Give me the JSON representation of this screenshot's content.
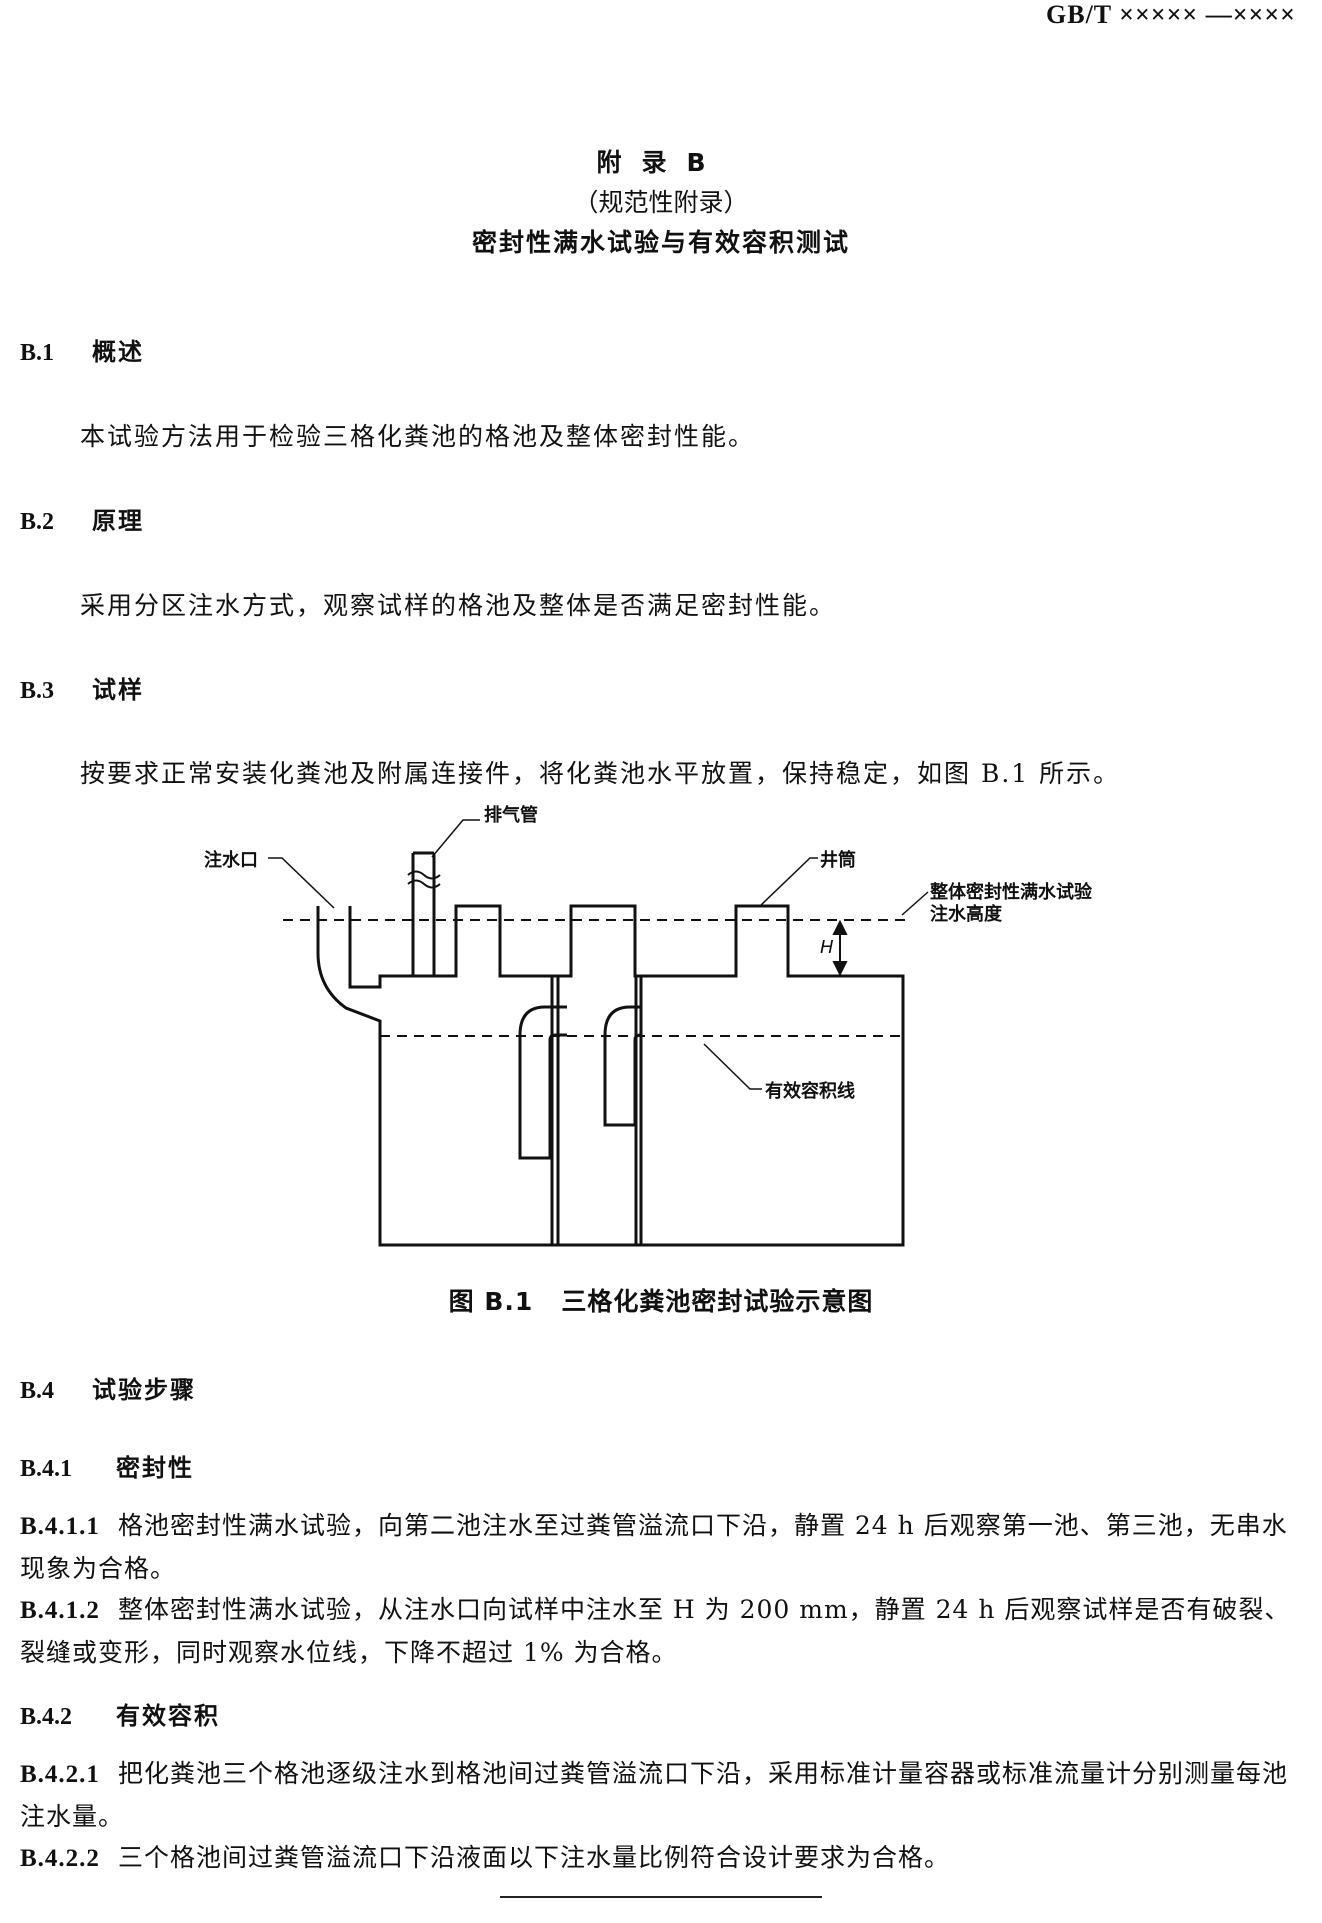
{
  "header": {
    "standard_no": "GB/T ××××× —××××"
  },
  "appendix": {
    "title": "附录B",
    "subtitle": "（规范性附录）",
    "heading": "密封性满水试验与有效容积测试"
  },
  "sections": {
    "b1": {
      "num": "B.1",
      "title": "概述",
      "body": "本试验方法用于检验三格化粪池的格池及整体密封性能。"
    },
    "b2": {
      "num": "B.2",
      "title": "原理",
      "body": "采用分区注水方式，观察试样的格池及整体是否满足密封性能。"
    },
    "b3": {
      "num": "B.3",
      "title": "试样",
      "body": "按要求正常安装化粪池及附属连接件，将化粪池水平放置，保持稳定，如图 B.1 所示。"
    },
    "b4": {
      "num": "B.4",
      "title": "试验步骤"
    },
    "b41": {
      "num": "B.4.1",
      "title": "密封性"
    },
    "b4111": {
      "num": "B.4.1.1",
      "body": "格池密封性满水试验，向第二池注水至过粪管溢流口下沿，静置 24 h 后观察第一池、第三池，无串水现象为合格。"
    },
    "b4112": {
      "num": "B.4.1.2",
      "body": "整体密封性满水试验，从注水口向试样中注水至 H 为 200 mm，静置 24 h 后观察试样是否有破裂、裂缝或变形，同时观察水位线，下降不超过 1% 为合格。"
    },
    "b42": {
      "num": "B.4.2",
      "title": "有效容积"
    },
    "b4221": {
      "num": "B.4.2.1",
      "body": "把化粪池三个格池逐级注水到格池间过粪管溢流口下沿，采用标准计量容器或标准流量计分别测量每池注水量。"
    },
    "b4222": {
      "num": "B.4.2.2",
      "body": "三个格池间过粪管溢流口下沿液面以下注水量比例符合设计要求为合格。"
    }
  },
  "figure": {
    "labels": {
      "vent_pipe": "排气管",
      "inlet": "注水口",
      "shaft": "井筒",
      "overall_level_line1": "整体密封性满水试验",
      "overall_level_line2": "注水高度",
      "h": "H",
      "effective_line": "有效容积线"
    },
    "caption_num": "图 B.1",
    "caption_text": "三格化粪池密封试验示意图"
  }
}
